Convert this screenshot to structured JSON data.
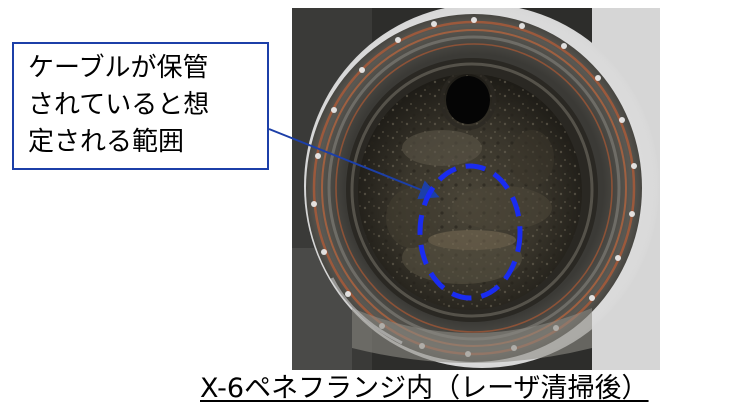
{
  "callout": {
    "lines": [
      "ケーブルが保管",
      "されていると想",
      "定される範囲"
    ]
  },
  "caption": "X-6ペネフランジ内（レーザ清掃後）",
  "colors": {
    "callout_border": "#1c3fa8",
    "ellipse": "#1a2cf0",
    "arrow": "#1c3fa8"
  }
}
